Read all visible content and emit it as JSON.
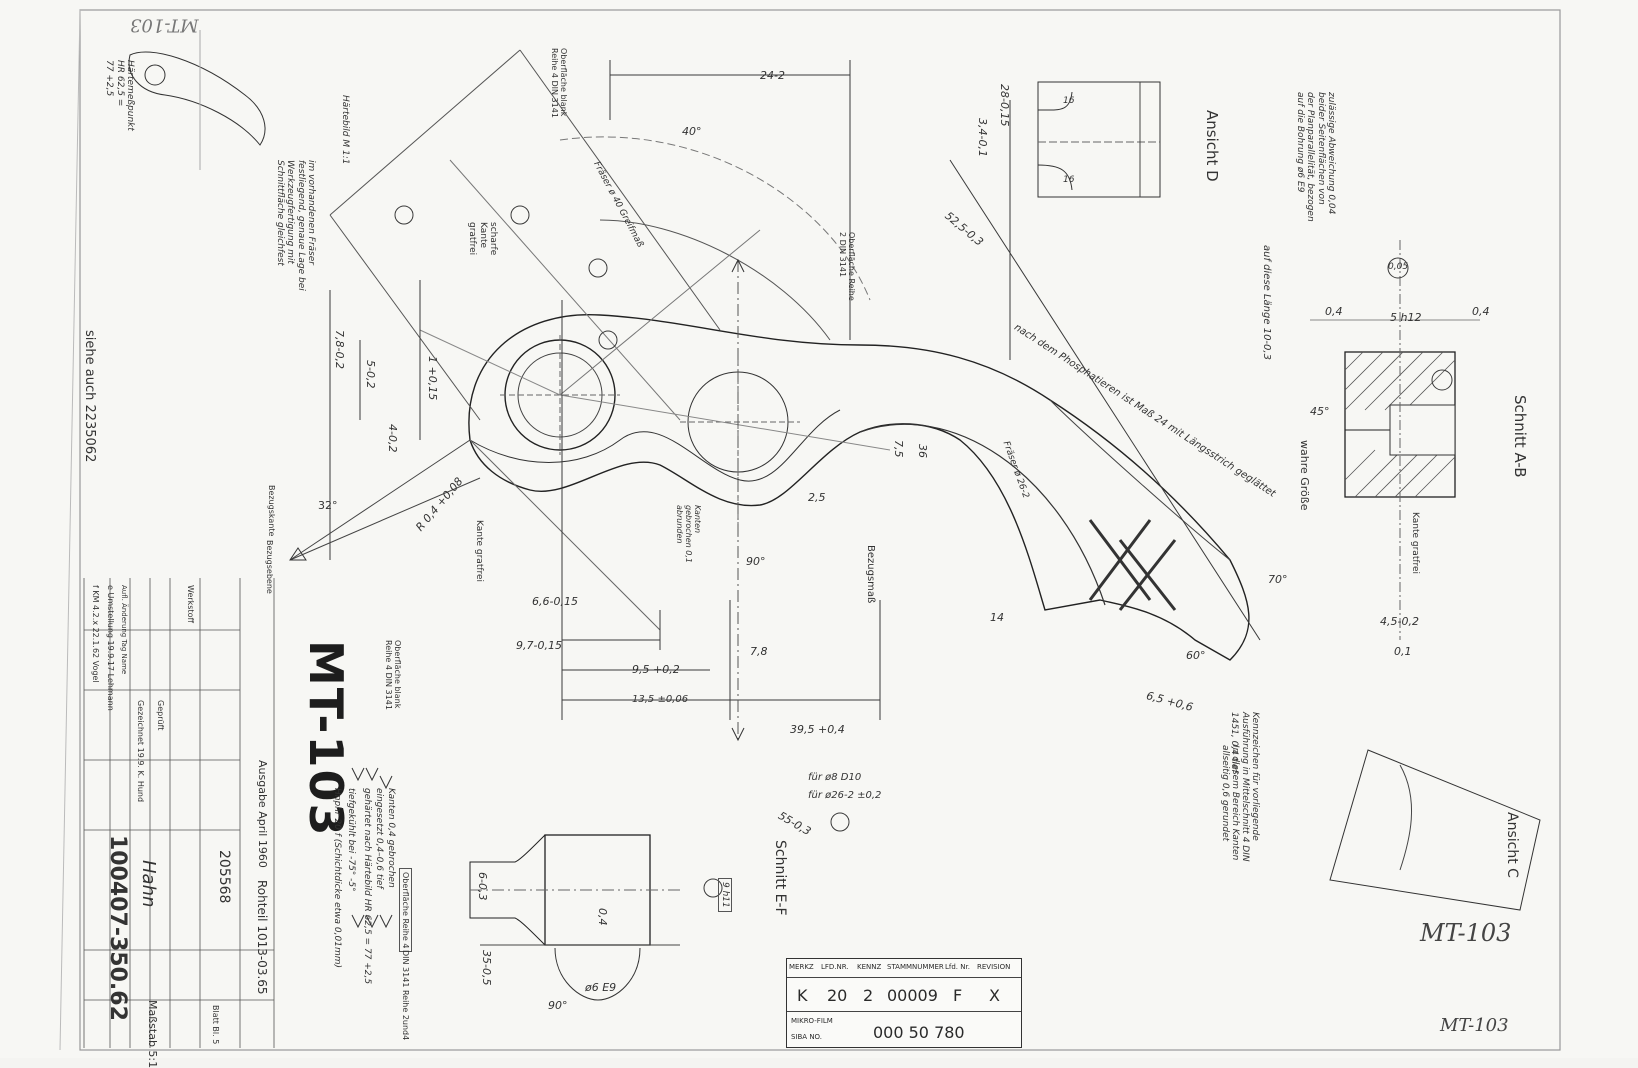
{
  "drawing": {
    "part_number": "MT-103",
    "hand_note_1": "MT-103",
    "hand_note_2": "MT-103",
    "reverse_header": "MT-103",
    "see_also": "siehe auch 2235062",
    "drawing_no": "100407-350.62",
    "part_name": "Hahn",
    "order_no": "205568",
    "edition": "Ausgabe April 1960",
    "raw_part": "Rohteil 1013-03.65"
  },
  "views": {
    "view_d": "Ansicht D",
    "view_c": "Ansicht C",
    "section_ab": "Schnitt A-B",
    "section_ef": "Schnitt E-F",
    "true_size": "wahre Größe"
  },
  "notes": {
    "tolerance_note": "zulässige Abweichung 0,04 beider Seitenflächen von der Planparallelität, bezogen auf die Bohrung ø6 E9",
    "length_note": "auf diese Länge 10-0,3",
    "phosphate_note": "nach dem Phosphatieren ist Maß 24 mit Längsstrich geglättet",
    "mill_note": "im vorhandenen Fräser festliegend, genaue Lage bei Werkzeugfertigung mit Schnittfläche gleichfest",
    "hardness_image": "Härtebild M 1:1",
    "hardness_point": "Härtemeßpunkt HR 62,5 = 77 +2,5",
    "surface_blank_1": "Oberfläche blank Reihe 4 DIN 3141",
    "surface_blank_2": "Oberfläche blank Reihe 4 DIN 3141",
    "surface_row2": "Oberfläche Reihe 2 DIN 3141",
    "sharp_edge": "scharfe Kante gratfrei",
    "edge_burr_free": "Kante gratfrei",
    "edge_burr_free_2": "Kante gratfrei",
    "reference_dim": "Bezugsmaß",
    "reference_edge": "Bezugskante",
    "edges_broken": "Kanten gebrochen 0,1 abrunden",
    "milling_cutter": "Fräser ø 40 Greifmaß",
    "milling_cutter_2": "Fräser ø 26-2",
    "marking_note": "Kennzeichen für vorliegende Ausführung in Mittelschnitt 4 DIN 1451, 0,4 tief",
    "round_edges": "In diesem Bereich Kanten allseitig 0,6 gerundet",
    "hardening_note_1": "Kanten 0,4 gebrochen",
    "hardening_note_2": "eingesetzt 0,4–0,6 tief",
    "hardening_note_3": "gehärtet nach Härtebild HR 62,5 = 77 +2,5",
    "hardening_note_4": "tiefgekühlt bei -75° -5°",
    "hardening_note_5": "Hnphr 20 f (Schichtdicke etwa 0,01mm)",
    "for_d8": "für ø8 D10",
    "for_d26": "für ø26-2 ±0,2",
    "surface_small": "Oberfläche Reihe 4",
    "surface_small_2": "DIN 3141 Reihe 2und4",
    "machined_note": "Bezugsebene",
    "angle_32": "32°"
  },
  "dimensions": {
    "d1": "24-2",
    "d2": "40°",
    "d3": "52,5-0,3",
    "d4": "28-0,15",
    "d5": "3,4-0,1",
    "d6": "9,5 +0,2",
    "d7": "13,5 ±0,06",
    "d8": "39,5 +0,4",
    "d9": "7,8",
    "d10": "90°",
    "d11": "6,6-0,15",
    "d12": "9,7-0,15",
    "d13": "55-0,3",
    "d14": "5 h12",
    "d15": "0,4",
    "d16": "0,4",
    "d17": "45°",
    "d18": "4,5-0,2",
    "d19": "0,1",
    "d20": "6,5 +0,6",
    "d21": "60°",
    "d22": "70°",
    "d23": "0,05",
    "d24": "R 0,4 +0,08",
    "d25": "16",
    "d26": "16",
    "d27": "7,8-0,2",
    "d28": "5-0,2",
    "d29": "4-0,2",
    "d30": "1 +0,15",
    "d31": "36",
    "d32": "9 h11",
    "d33": "ø6 E9",
    "d34": "6-0,3",
    "d35": "90°",
    "d36": "35-0,5",
    "d37": "0,4",
    "d38": "14",
    "d39": "2,5",
    "d40": "7,5"
  },
  "code_block": {
    "headers": [
      "MERKZ",
      "LFD.NR.",
      "KENNZ",
      "STAMMNUMMER",
      "Lfd. Nr.",
      "REVISION"
    ],
    "values": [
      "K",
      "20",
      "2",
      "00009",
      "F",
      "X"
    ],
    "label_mikro": "MIKRO-FILM",
    "label_siba": "SIBA NO.",
    "number": "000 50 780"
  },
  "title_block": {
    "rows": [
      "f  KM 4.2.x  22.1.62  Vogel",
      "e  Umstellung  19.9.17  Lehmann",
      "Aufl.  Änderung  Tag  Name",
      "Gezeichnet  19.9.  K. Hund",
      "Geprüft",
      "Werkstoff",
      "Maßstab 5:1",
      "Blatt  Bl. 5"
    ]
  }
}
